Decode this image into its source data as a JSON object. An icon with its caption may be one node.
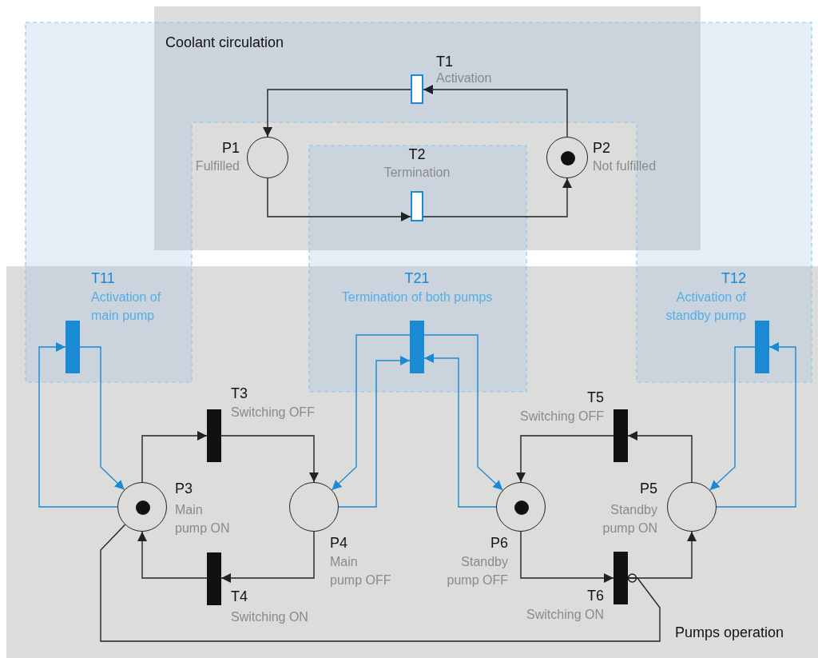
{
  "diagram": {
    "nodes": [
      {
        "text": [
          "Coolant circulation"
        ]
      },
      {
        "text": [],
        "shape": "bar",
        "beside": [
          "T1",
          "Activation"
        ],
        "in": 0
      },
      {
        "text": [],
        "shape": "circle",
        "beside": [
          "P1",
          "Fulfilled"
        ],
        "in": 0
      },
      {
        "text": [],
        "shape": "bar",
        "beside": [
          "T2",
          "Termination"
        ],
        "in": 0
      },
      {
        "text": [],
        "shape": "circle",
        "beside": [
          "P2",
          "Not fulfilled"
        ],
        "in": 0
      },
      {
        "text": [
          "Pumps operation"
        ]
      },
      {
        "text": [],
        "shape": "bar",
        "beside": [
          "T11",
          "Activation of main pump"
        ],
        "in": 5
      },
      {
        "text": [],
        "shape": "bar",
        "beside": [
          "T21",
          "Termination of both pumps"
        ],
        "in": 5
      },
      {
        "text": [],
        "shape": "bar",
        "beside": [
          "T12",
          "Activation of standby pump"
        ],
        "in": 5
      },
      {
        "text": [],
        "shape": "bar",
        "beside": [
          "T3",
          "Switching OFF"
        ],
        "in": 5
      },
      {
        "text": [],
        "shape": "bar",
        "beside": [
          "T5",
          "Switching OFF"
        ],
        "in": 5
      },
      {
        "text": [],
        "shape": "circle",
        "beside": [
          "P3",
          "Main pump ON"
        ],
        "in": 5
      },
      {
        "text": [],
        "shape": "circle",
        "beside": [
          "P4",
          "Main pump OFF"
        ],
        "in": 5
      },
      {
        "text": [],
        "shape": "circle",
        "beside": [
          "P6",
          "Standby pump OFF"
        ],
        "in": 5
      },
      {
        "text": [],
        "shape": "circle",
        "beside": [
          "P5",
          "Standby pump ON"
        ],
        "in": 5
      },
      {
        "text": [],
        "shape": "bar",
        "beside": [
          "T4",
          "Switching ON"
        ],
        "in": 5
      },
      {
        "text": [],
        "shape": "bar",
        "beside": [
          "T6",
          "Switching ON"
        ],
        "in": 5
      }
    ],
    "edges": [
      {
        "from": 1,
        "to": 2,
        "arrow": "to"
      },
      {
        "from": 4,
        "to": 1,
        "arrow": "to"
      },
      {
        "from": 2,
        "to": 3,
        "arrow": "to"
      },
      {
        "from": 3,
        "to": 4,
        "arrow": "to"
      },
      {
        "from": 11,
        "to": 6,
        "arrow": "to",
        "color": "#1a8ad4"
      },
      {
        "from": 6,
        "to": 11,
        "arrow": "to",
        "color": "#1a8ad4"
      },
      {
        "from": 7,
        "to": 12,
        "arrow": "to",
        "color": "#1a8ad4"
      },
      {
        "from": 12,
        "to": 7,
        "arrow": "to",
        "color": "#1a8ad4"
      },
      {
        "from": 13,
        "to": 7,
        "arrow": "to",
        "color": "#1a8ad4"
      },
      {
        "from": 7,
        "to": 13,
        "arrow": "to",
        "color": "#1a8ad4"
      },
      {
        "from": 8,
        "to": 14,
        "arrow": "to",
        "color": "#1a8ad4"
      },
      {
        "from": 14,
        "to": 8,
        "arrow": "to",
        "color": "#1a8ad4"
      },
      {
        "from": 11,
        "to": 9,
        "arrow": "to"
      },
      {
        "from": 9,
        "to": 12,
        "arrow": "to"
      },
      {
        "from": 12,
        "to": 15,
        "arrow": "to"
      },
      {
        "from": 15,
        "to": 11,
        "arrow": "to"
      },
      {
        "from": 14,
        "to": 10,
        "arrow": "to"
      },
      {
        "from": 10,
        "to": 13,
        "arrow": "to"
      },
      {
        "from": 13,
        "to": 16,
        "arrow": "to"
      },
      {
        "from": 16,
        "to": 14,
        "arrow": "to"
      },
      {
        "from": 11,
        "to": 16,
        "arrow": "other"
      }
    ]
  }
}
